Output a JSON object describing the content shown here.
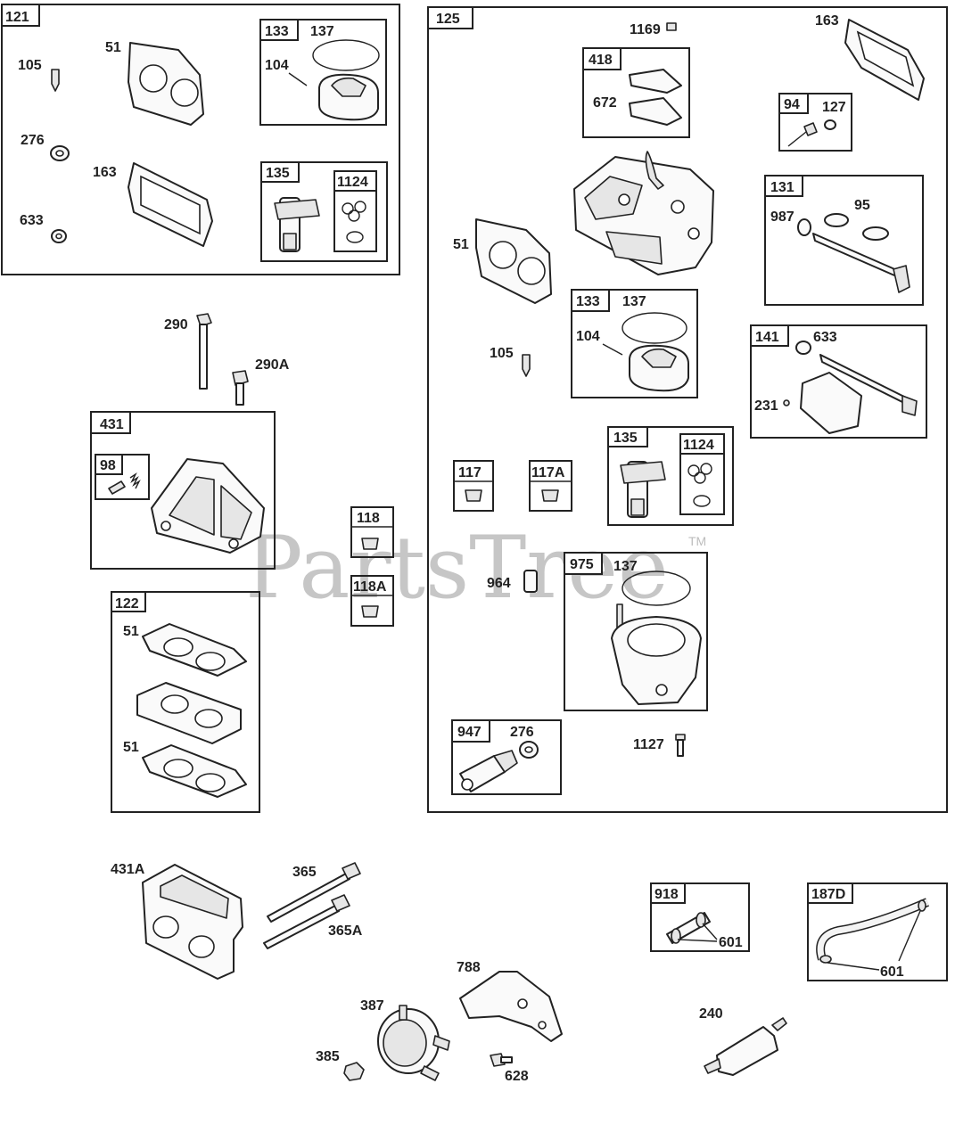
{
  "watermark": {
    "text": "PartsTree",
    "tm": "TM"
  },
  "boxes": {
    "b121": "121",
    "b133a": "133",
    "b135a": "135",
    "b1124a": "1124",
    "b431": "431",
    "b98": "98",
    "b122": "122",
    "b118": "118",
    "b118A": "118A",
    "b125": "125",
    "b418": "418",
    "b94": "94",
    "b131": "131",
    "b133b": "133",
    "b141": "141",
    "b117": "117",
    "b117A": "117A",
    "b135b": "135",
    "b1124b": "1124",
    "b975": "975",
    "b947": "947",
    "b918": "918",
    "b187D": "187D"
  },
  "labels": {
    "l51a": "51",
    "l105a": "105",
    "l137a": "137",
    "l104a": "104",
    "l276a": "276",
    "l163a": "163",
    "l633a": "633",
    "l290": "290",
    "l290A": "290A",
    "l51b": "51",
    "l51c": "51",
    "l1169": "1169",
    "l163b": "163",
    "l672": "672",
    "l127": "127",
    "l987": "987",
    "l95": "95",
    "l51d": "51",
    "l137b": "137",
    "l104b": "104",
    "l105b": "105",
    "l633b": "633",
    "l231": "231",
    "l964": "964",
    "l137c": "137",
    "l276b": "276",
    "l1127": "1127",
    "l431A": "431A",
    "l365": "365",
    "l365A": "365A",
    "l788": "788",
    "l387": "387",
    "l385": "385",
    "l628": "628",
    "l240": "240",
    "l601a": "601",
    "l601b": "601"
  }
}
